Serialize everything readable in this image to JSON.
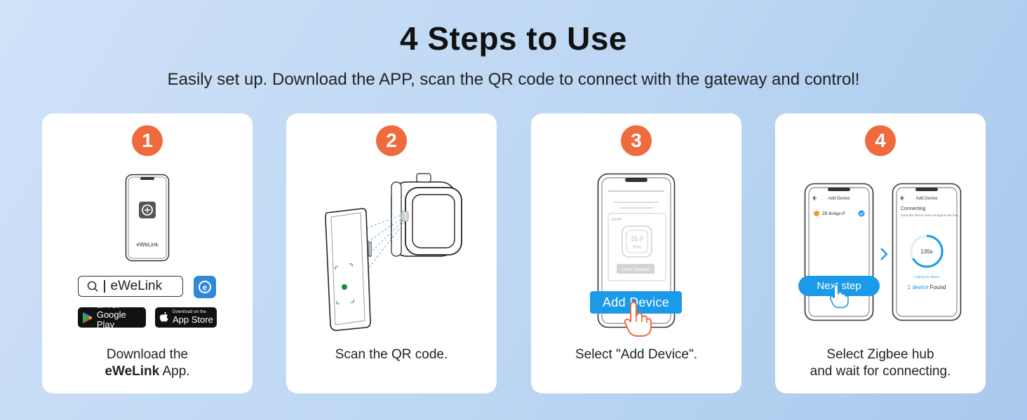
{
  "header": {
    "title": "4 Steps to Use",
    "subtitle": "Easily set up. Download the APP, scan the QR code to connect with the gateway and control!"
  },
  "colors": {
    "badge": "#ef6a3c",
    "accent_blue": "#1a9ae8",
    "card_bg": "#ffffff"
  },
  "steps": [
    {
      "number": "1",
      "caption_line1": "Download the",
      "caption_bold": "eWeLink",
      "caption_rest": " App.",
      "phone_logo_text": "eWeLink",
      "search_text": "eWeLink",
      "google_play": {
        "small": "GET IT ON",
        "big": "Google Play"
      },
      "app_store": {
        "small": "Download on the",
        "big": "App Store"
      }
    },
    {
      "number": "2",
      "caption": "Scan the QR code."
    },
    {
      "number": "3",
      "caption": "Select \"Add Device\".",
      "screen_button": "User Manual",
      "screen_display": "25.0",
      "screen_display2": "50%",
      "brand_text": "Sonoff",
      "action_button": "Add Device"
    },
    {
      "number": "4",
      "caption_line1": "Select Zigbee hub",
      "caption_line2": "and wait for connecting.",
      "screen1_title": "Add Device",
      "device_name": "ZB Bridge-P",
      "action_button": "Next step",
      "screen2_title": "Add Device",
      "screen2_heading": "Connecting",
      "screen2_hint": "Keep the device close enough to the hub.",
      "timer": "135s",
      "looking_text": "Looking for device",
      "found_count": "1 device",
      "found_label": "Found"
    }
  ]
}
